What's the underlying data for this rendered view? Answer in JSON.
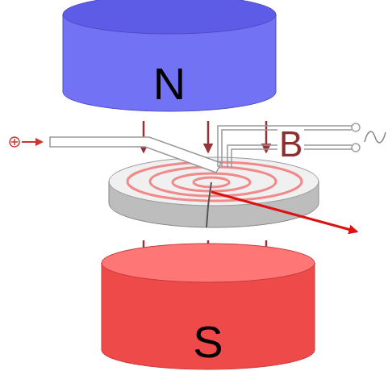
{
  "diagram": {
    "nodes": [
      {
        "text": [
          "N"
        ]
      },
      {
        "text": [
          "S"
        ]
      }
    ],
    "labels": [
      "B"
    ]
  }
}
